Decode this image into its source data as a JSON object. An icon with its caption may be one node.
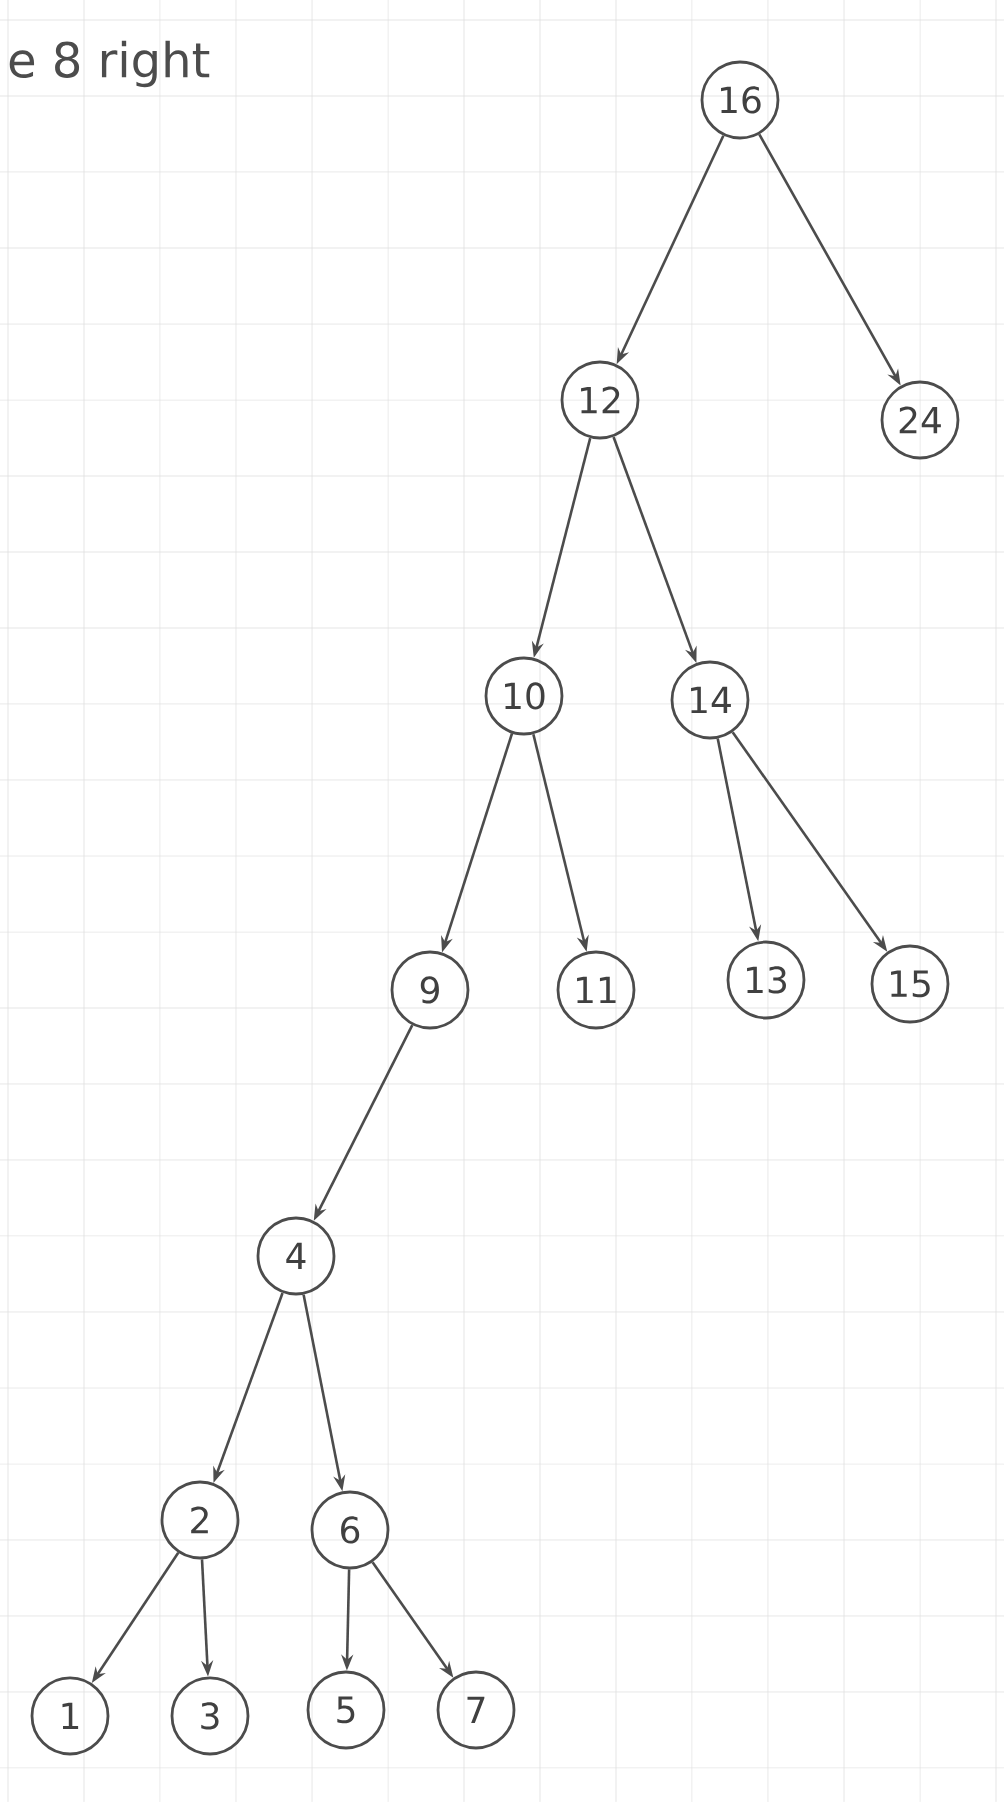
{
  "diagram": {
    "nodes": [
      {
        "text": [
          "16"
        ]
      },
      {
        "text": [
          "12"
        ]
      },
      {
        "text": [
          "24"
        ]
      },
      {
        "text": [
          "10"
        ]
      },
      {
        "text": [
          "14"
        ]
      },
      {
        "text": [
          "9"
        ]
      },
      {
        "text": [
          "11"
        ]
      },
      {
        "text": [
          "13"
        ]
      },
      {
        "text": [
          "15"
        ]
      },
      {
        "text": [
          "4"
        ]
      },
      {
        "text": [
          "2"
        ]
      },
      {
        "text": [
          "6"
        ]
      },
      {
        "text": [
          "1"
        ]
      },
      {
        "text": [
          "3"
        ]
      },
      {
        "text": [
          "5"
        ]
      },
      {
        "text": [
          "7"
        ]
      }
    ],
    "edges": [
      {
        "from": 0,
        "to": 1,
        "arrow": "to"
      },
      {
        "from": 0,
        "to": 2,
        "arrow": "to"
      },
      {
        "from": 1,
        "to": 3,
        "arrow": "to"
      },
      {
        "from": 1,
        "to": 4,
        "arrow": "to"
      },
      {
        "from": 3,
        "to": 5,
        "arrow": "to"
      },
      {
        "from": 3,
        "to": 6,
        "arrow": "to"
      },
      {
        "from": 4,
        "to": 7,
        "arrow": "to"
      },
      {
        "from": 4,
        "to": 8,
        "arrow": "to"
      },
      {
        "from": 5,
        "to": 9,
        "arrow": "to"
      },
      {
        "from": 9,
        "to": 10,
        "arrow": "to"
      },
      {
        "from": 9,
        "to": 11,
        "arrow": "to"
      },
      {
        "from": 10,
        "to": 12,
        "arrow": "to"
      },
      {
        "from": 10,
        "to": 13,
        "arrow": "to"
      },
      {
        "from": 11,
        "to": 14,
        "arrow": "to"
      },
      {
        "from": 11,
        "to": 15,
        "arrow": "to"
      }
    ],
    "labels": [
      "e 8 right"
    ]
  }
}
